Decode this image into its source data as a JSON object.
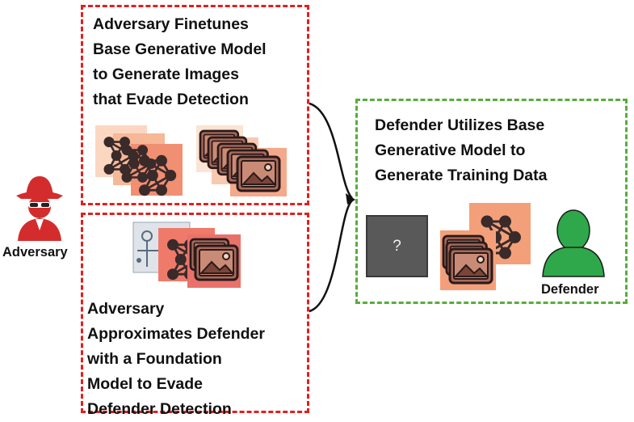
{
  "boxes": {
    "finetune_text": "Adversary Finetunes\nBase Generative Model\nto Generate Images\nthat Evade Detection",
    "approximate_text": "Adversary\nApproximates Defender\nwith a Foundation\nModel to Evade\nDefender Detection",
    "defender_text": "Defender Utilizes Base\nGenerative Model to\nGenerate Training Data"
  },
  "actors": {
    "adversary_label": "Adversary",
    "defender_label": "Defender"
  },
  "placeholder": {
    "symbol": "?"
  },
  "colors": {
    "red_dash": "#e02020",
    "green_dash": "#58ad3a",
    "adversary_red": "#d42c2c",
    "defender_green": "#2ea84a",
    "salmon": "#f3a07a",
    "coral": "#e8625a",
    "dark_node": "#3a2a2a"
  },
  "icons": [
    "spy-icon",
    "person-icon",
    "neural-network-icon",
    "image-stack-icon",
    "circuit-icon"
  ]
}
